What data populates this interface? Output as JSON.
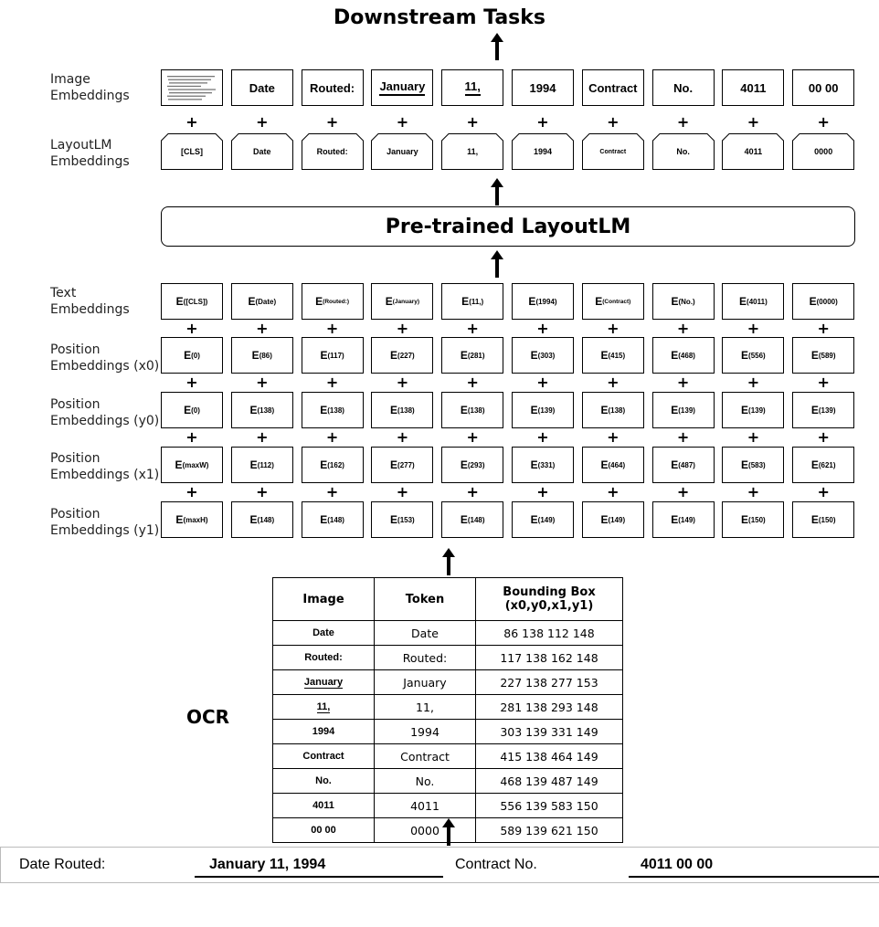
{
  "title": "Downstream Tasks",
  "row_labels": {
    "image": [
      "Image",
      "Embeddings"
    ],
    "layoutlm": [
      "LayoutLM",
      "Embeddings"
    ],
    "text": [
      "Text",
      "Embeddings"
    ],
    "x0": [
      "Position",
      "Embeddings (x0)"
    ],
    "y0": [
      "Position",
      "Embeddings (y0)"
    ],
    "x1": [
      "Position",
      "Embeddings (x1)"
    ],
    "y1": [
      "Position",
      "Embeddings (y1)"
    ]
  },
  "image_tokens": [
    "",
    "Date",
    "Routed:",
    "January",
    "11,",
    "1994",
    "Contract",
    "No.",
    "4011",
    "00 00"
  ],
  "layoutlm_tokens": [
    "[CLS]",
    "Date",
    "Routed:",
    "January",
    "11,",
    "1994",
    "Contract",
    "No.",
    "4011",
    "0000"
  ],
  "plus": "+",
  "banner": "Pre-trained LayoutLM",
  "embedding_prefix": "E",
  "text_emb": [
    "([CLS])",
    "(Date)",
    "(Routed:)",
    "(January)",
    "(11,)",
    "(1994)",
    "(Contract)",
    "(No.)",
    "(4011)",
    "(0000)"
  ],
  "x0_emb": [
    "(0)",
    "(86)",
    "(117)",
    "(227)",
    "(281)",
    "(303)",
    "(415)",
    "(468)",
    "(556)",
    "(589)"
  ],
  "y0_emb": [
    "(0)",
    "(138)",
    "(138)",
    "(138)",
    "(138)",
    "(139)",
    "(138)",
    "(139)",
    "(139)",
    "(139)"
  ],
  "x1_emb": [
    "(maxW)",
    "(112)",
    "(162)",
    "(277)",
    "(293)",
    "(331)",
    "(464)",
    "(487)",
    "(583)",
    "(621)"
  ],
  "y1_emb": [
    "(maxH)",
    "(148)",
    "(148)",
    "(153)",
    "(148)",
    "(149)",
    "(149)",
    "(149)",
    "(150)",
    "(150)"
  ],
  "ocr_label": "OCR",
  "table": {
    "headers": [
      "Image",
      "Token",
      "Bounding Box",
      "(x0,y0,x1,y1)"
    ],
    "rows": [
      [
        "Date",
        "Date",
        "86 138 112 148"
      ],
      [
        "Routed:",
        "Routed:",
        "117 138 162 148"
      ],
      [
        "January",
        "January",
        "227 138 277 153"
      ],
      [
        "11,",
        "11,",
        "281 138 293 148"
      ],
      [
        "1994",
        "1994",
        "303 139 331 149"
      ],
      [
        "Contract",
        "Contract",
        "415 138 464 149"
      ],
      [
        "No.",
        "No.",
        "468 139 487 149"
      ],
      [
        "4011",
        "4011",
        "556 139 583 150"
      ],
      [
        "00 00",
        "0000",
        "589 139 621 150"
      ]
    ]
  },
  "document_strip": {
    "date_routed": "Date Routed:",
    "date": "January 11, 1994",
    "contract": "Contract No.",
    "contract_no": "4011 00 00"
  }
}
